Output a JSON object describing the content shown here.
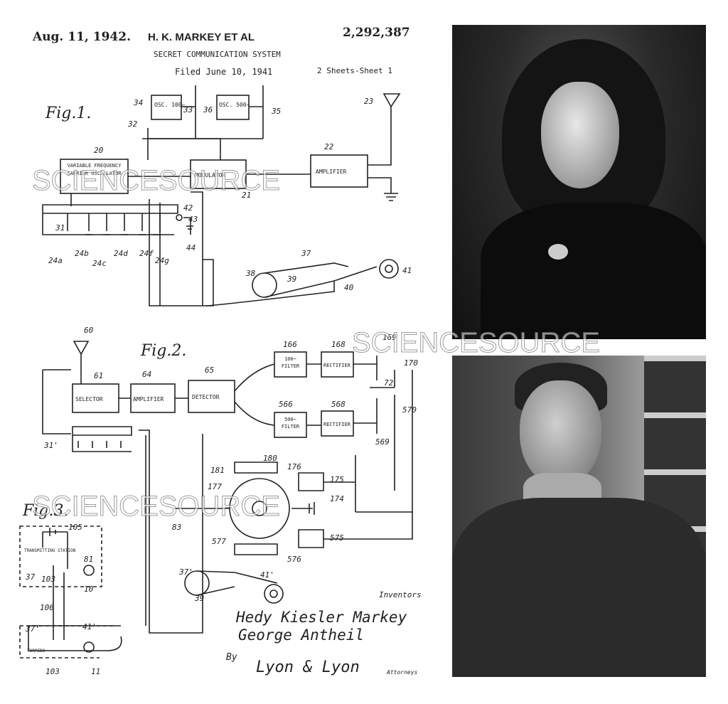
{
  "patent": {
    "date": "Aug. 11, 1942.",
    "inventor_header": "H. K. MARKEY ET AL",
    "number": "2,292,387",
    "title": "SECRET COMMUNICATION SYSTEM",
    "filed": "Filed June 10, 1941",
    "sheets": "2 Sheets-Sheet 1"
  },
  "fig1": {
    "label": "Fig.1.",
    "osc1": "OSC. 100~",
    "osc2": "OSC. 500~",
    "variable_osc": "VARIABLE FREQUENCY CARRIER OSCILLATOR",
    "modulator": "MODULATOR",
    "amplifier": "AMPLIFIER",
    "refs": [
      "34",
      "33",
      "36",
      "35",
      "23",
      "32",
      "20",
      "22",
      "21",
      "31",
      "42",
      "43",
      "44",
      "37",
      "38",
      "39",
      "40",
      "41",
      "24a",
      "24b",
      "24c",
      "24d",
      "24f",
      "24g"
    ]
  },
  "fig2": {
    "label": "Fig.2.",
    "selector": "SELECTOR",
    "amplifier": "AMPLIFIER",
    "detector": "DETECTOR",
    "filter100": "100~ FILTER",
    "rectifier1": "RECTIFIER",
    "filter500": "500~ FILTER",
    "rectifier2": "RECTIFIER",
    "refs": [
      "60",
      "61",
      "64",
      "65",
      "166",
      "168",
      "169",
      "170",
      "72",
      "566",
      "568",
      "569",
      "570",
      "31'",
      "181",
      "180",
      "176",
      "175",
      "174",
      "177",
      "575",
      "576",
      "577",
      "83",
      "37'",
      "39",
      "41'"
    ]
  },
  "fig3": {
    "label": "Fig.3.",
    "transmitting": "TRANSMITTING STATION",
    "torpedo": "TORPEDO",
    "refs": [
      "105",
      "81",
      "37",
      "103",
      "10",
      "106",
      "37'",
      "41'",
      "103",
      "11"
    ]
  },
  "signature": {
    "inventors_label": "Inventors",
    "name1": "Hedy Kiesler Markey",
    "name2": "George Antheil",
    "by": "By",
    "attorney_sig": "Lyon & Lyon",
    "attorney_label": "Attorneys"
  },
  "watermark": "SCIENCESOURCE",
  "photos": {
    "top": "portrait-woman",
    "bottom": "portrait-man"
  }
}
